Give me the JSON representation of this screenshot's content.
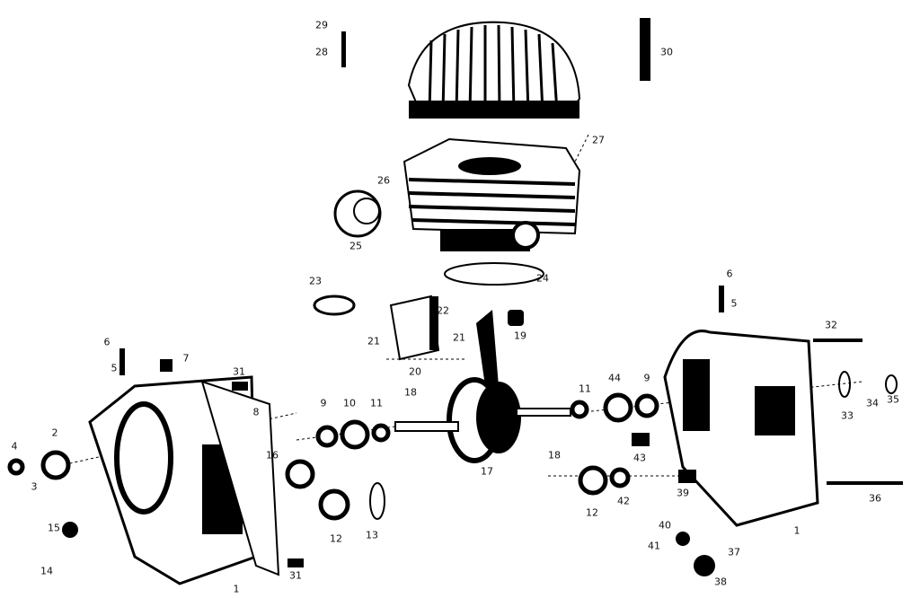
{
  "diagram": {
    "type": "exploded parts view",
    "ink_color": "#000000",
    "background_color": "#ffffff",
    "part_numbers": [
      "29",
      "28",
      "30",
      "27",
      "26",
      "25",
      "24",
      "23",
      "22",
      "21",
      "21",
      "20",
      "19",
      "6",
      "5",
      "32",
      "6",
      "5",
      "7",
      "31",
      "8",
      "9",
      "10",
      "11",
      "18",
      "11",
      "44",
      "9",
      "33",
      "34",
      "35",
      "2",
      "4",
      "3",
      "16",
      "17",
      "18",
      "43",
      "12",
      "42",
      "39",
      "36",
      "12",
      "13",
      "40",
      "41",
      "37",
      "38",
      "15",
      "14",
      "31",
      "1",
      "1"
    ]
  }
}
